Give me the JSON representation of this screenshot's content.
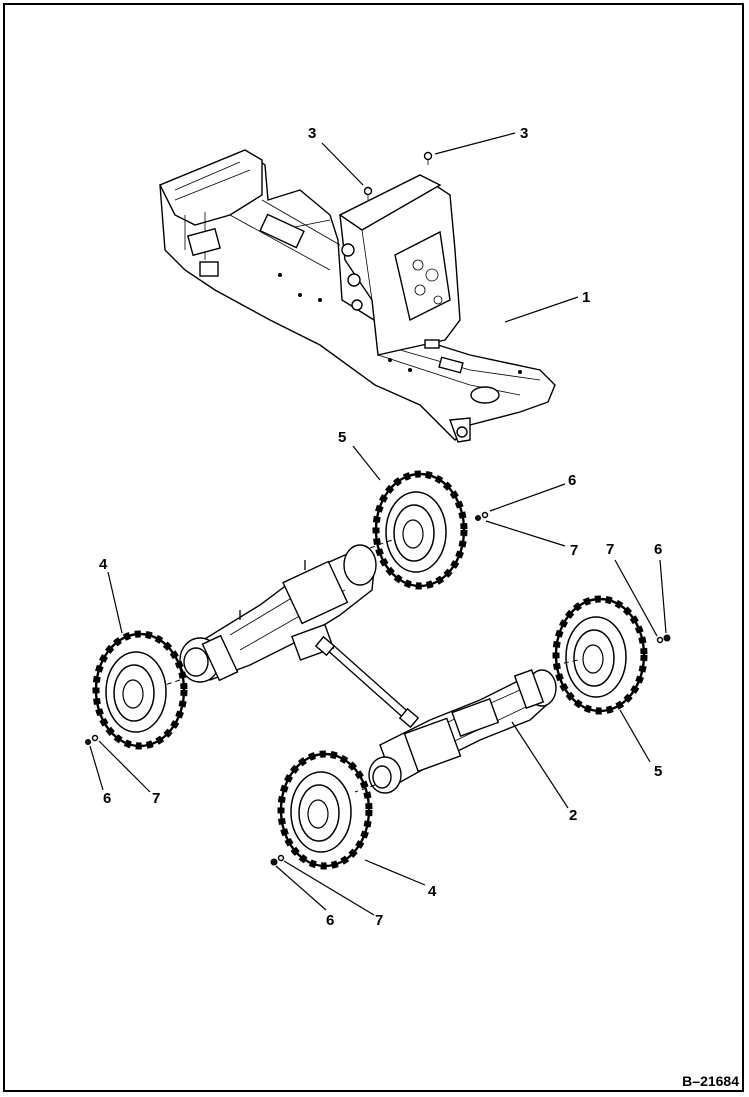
{
  "figure_id": "B–21684",
  "callouts": {
    "c3a": "3",
    "c3b": "3",
    "c1": "1",
    "c5top": "5",
    "c6r1": "6",
    "c7r1": "7",
    "c7r2": "7",
    "c6r2": "6",
    "c4left": "4",
    "c5right": "5",
    "c6left": "6",
    "c7left": "7",
    "c2": "2",
    "c4bottom": "4",
    "c6bottom": "6",
    "c7bottom": "7"
  }
}
